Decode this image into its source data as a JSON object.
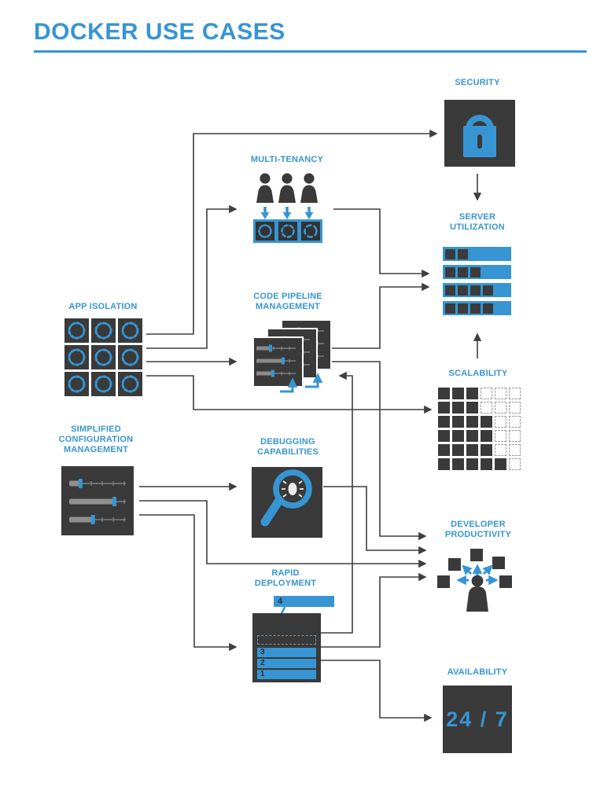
{
  "title": "DOCKER USE CASES",
  "colors": {
    "accent": "#3795d3",
    "box_dark": "#3a3a3a",
    "connector": "#3f3f3f"
  },
  "nodes": {
    "security": {
      "label": "SECURITY",
      "icon": "padlock-icon"
    },
    "server_utilization": {
      "label": [
        "SERVER",
        "UTILIZATION"
      ],
      "bars_used_slots": [
        2,
        3,
        4,
        4
      ]
    },
    "scalability": {
      "label": "SCALABILITY",
      "grid": [
        [
          1,
          1,
          1,
          0,
          0,
          0
        ],
        [
          1,
          1,
          1,
          0,
          0,
          0
        ],
        [
          1,
          1,
          1,
          1,
          0,
          0
        ],
        [
          1,
          1,
          1,
          1,
          0,
          0
        ],
        [
          1,
          1,
          1,
          1,
          0,
          0
        ],
        [
          1,
          1,
          1,
          1,
          1,
          0
        ]
      ]
    },
    "developer_productivity": {
      "label": [
        "DEVELOPER",
        "PRODUCTIVITY"
      ],
      "icon": "person-radiating-arrows-icon",
      "satellite_squares": 5
    },
    "availability": {
      "label": "AVAILABILITY",
      "value": "24 / 7"
    },
    "app_isolation": {
      "label": "APP ISOLATION",
      "rows": 3,
      "cols": 3,
      "icon": "dashed-ring-container-icon"
    },
    "multi_tenancy": {
      "label": "MULTI-TENANCY",
      "tenants": 3,
      "containers": 3
    },
    "code_pipeline": {
      "label": [
        "CODE PIPELINE",
        "MANAGEMENT"
      ],
      "cards": 3
    },
    "debugging": {
      "label": [
        "DEBUGGING",
        "CAPABILITIES"
      ],
      "icon": "magnifier-bug-icon"
    },
    "rapid_deployment": {
      "label": [
        "RAPID",
        "DEPLOYMENT"
      ],
      "incoming": "4",
      "stack": [
        "3",
        "2",
        "1"
      ]
    },
    "simplified_config": {
      "label": [
        "SIMPLIFIED",
        "CONFIGURATION",
        "MANAGEMENT"
      ],
      "slider_positions": [
        0.2,
        0.8,
        0.42
      ]
    }
  },
  "edges": [
    {
      "from": "app-isolation",
      "to": "security"
    },
    {
      "from": "app-isolation",
      "to": "multi-tenancy"
    },
    {
      "from": "app-isolation",
      "to": "code-pipeline-management"
    },
    {
      "from": "app-isolation",
      "to": "scalability"
    },
    {
      "from": "multi-tenancy",
      "to": "server-utilization"
    },
    {
      "from": "security",
      "to": "server-utilization"
    },
    {
      "from": "scalability",
      "to": "server-utilization"
    },
    {
      "from": "code-pipeline-management",
      "to": "server-utilization"
    },
    {
      "from": "code-pipeline-management",
      "to": "developer-productivity"
    },
    {
      "from": "rapid-deployment",
      "to": "code-pipeline-management"
    },
    {
      "from": "simplified-configuration-management",
      "to": "debugging-capabilities"
    },
    {
      "from": "simplified-configuration-management",
      "to": "developer-productivity"
    },
    {
      "from": "simplified-configuration-management",
      "to": "rapid-deployment"
    },
    {
      "from": "debugging-capabilities",
      "to": "developer-productivity"
    },
    {
      "from": "rapid-deployment",
      "to": "developer-productivity"
    },
    {
      "from": "rapid-deployment",
      "to": "availability"
    }
  ]
}
